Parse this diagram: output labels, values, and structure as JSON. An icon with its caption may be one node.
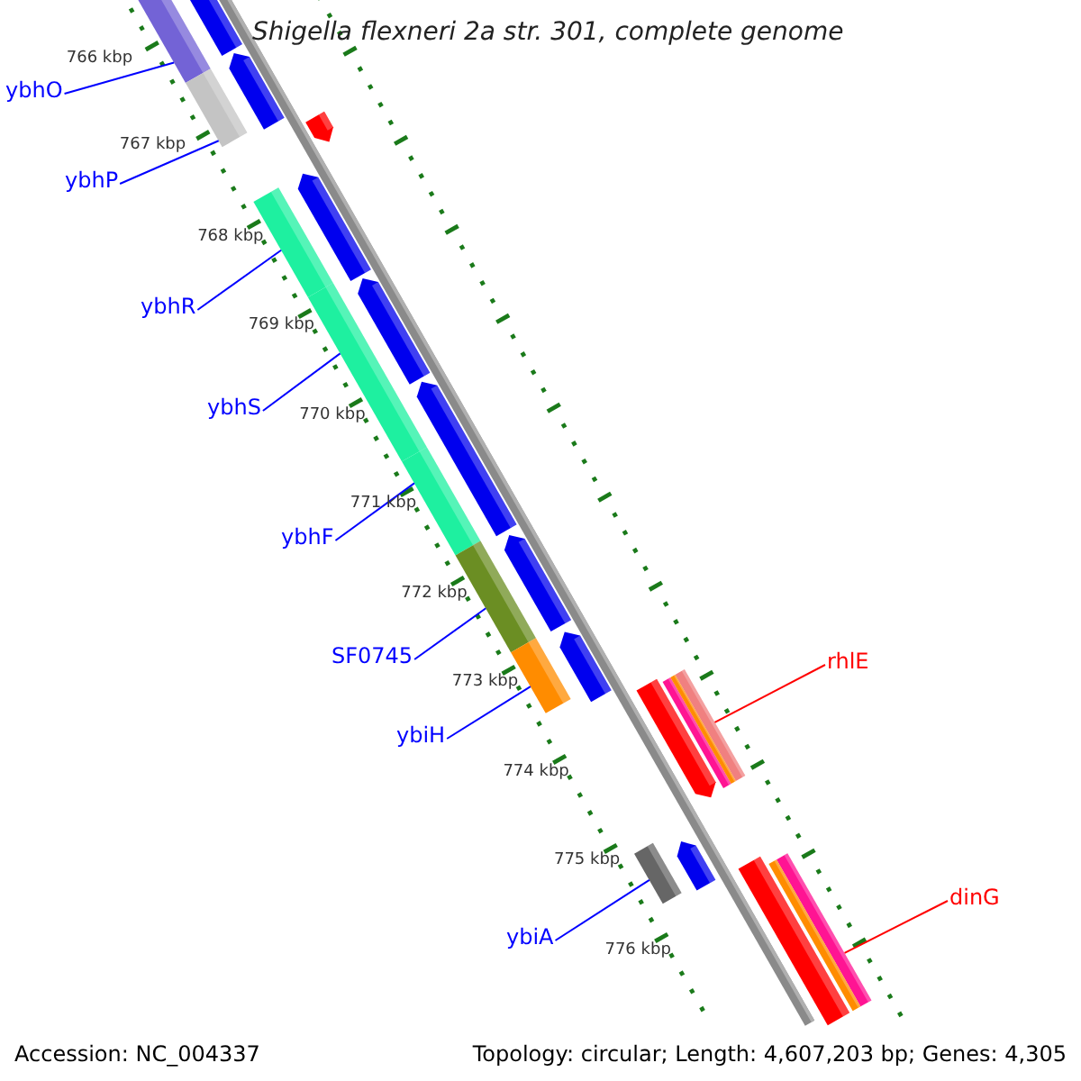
{
  "diagram": {
    "title": "Shigella flexneri 2a str. 301, complete genome",
    "nodes": [
      {
        "text": [
          "ybhO"
        ]
      },
      {
        "text": [
          "ybhP"
        ]
      },
      {
        "text": [
          "ybhR"
        ]
      },
      {
        "text": [
          "ybhS"
        ]
      },
      {
        "text": [
          "ybhF"
        ]
      },
      {
        "text": [
          "SF0745"
        ]
      },
      {
        "text": [
          "ybiH"
        ]
      },
      {
        "text": [
          "ybiA"
        ]
      },
      {
        "text": [
          "rhlE"
        ]
      },
      {
        "text": [
          "dinG"
        ]
      },
      {
        "text": [],
        "shape": "bar"
      },
      {
        "text": [],
        "shape": "bar"
      },
      {
        "text": [],
        "shape": "bar"
      },
      {
        "text": [],
        "shape": "bar"
      },
      {
        "text": [],
        "shape": "bar"
      },
      {
        "text": [],
        "shape": "bar"
      },
      {
        "text": [],
        "shape": "bar"
      },
      {
        "text": [],
        "shape": "bar"
      },
      {
        "text": [],
        "shape": "bar"
      },
      {
        "text": [],
        "shape": "bar"
      },
      {
        "text": [],
        "shape": "bar"
      },
      {
        "text": [],
        "shape": "bar"
      },
      {
        "text": [],
        "shape": "bar"
      },
      {
        "text": [],
        "shape": "bar"
      },
      {
        "text": [],
        "shape": "bar"
      },
      {
        "text": [],
        "shape": "bar"
      },
      {
        "text": [],
        "shape": "bar"
      },
      {
        "text": [],
        "shape": "bar"
      },
      {
        "text": [],
        "shape": "bar"
      },
      {
        "text": [],
        "shape": "bar"
      },
      {
        "text": [],
        "shape": "bar"
      },
      {
        "text": [],
        "shape": "bar"
      },
      {
        "text": [],
        "shape": "bar"
      },
      {
        "text": [],
        "shape": "bar"
      }
    ],
    "edges": [
      {
        "from": 0,
        "to": 10,
        "arrow": "none"
      },
      {
        "from": 1,
        "to": 11,
        "arrow": "none"
      },
      {
        "from": 2,
        "to": 12,
        "arrow": "none"
      },
      {
        "from": 3,
        "to": 13,
        "arrow": "none"
      },
      {
        "from": 4,
        "to": 14,
        "arrow": "none"
      },
      {
        "from": 5,
        "to": 15,
        "arrow": "none"
      },
      {
        "from": 6,
        "to": 16,
        "arrow": "none"
      },
      {
        "from": 7,
        "to": 17,
        "arrow": "none"
      },
      {
        "from": 8,
        "to": 18,
        "arrow": "none",
        "color": "#ff0000"
      },
      {
        "from": 9,
        "to": 19,
        "arrow": "none",
        "color": "#ff0000"
      }
    ],
    "labels": [
      "766 kbp",
      "767 kbp",
      "768 kbp",
      "769 kbp",
      "770 kbp",
      "771 kbp",
      "772 kbp",
      "773 kbp",
      "774 kbp",
      "775 kbp",
      "776 kbp",
      "Accession: NC_004337",
      "Topology: circular; Length: 4,607,203 bp; Genes: 4,305"
    ]
  }
}
